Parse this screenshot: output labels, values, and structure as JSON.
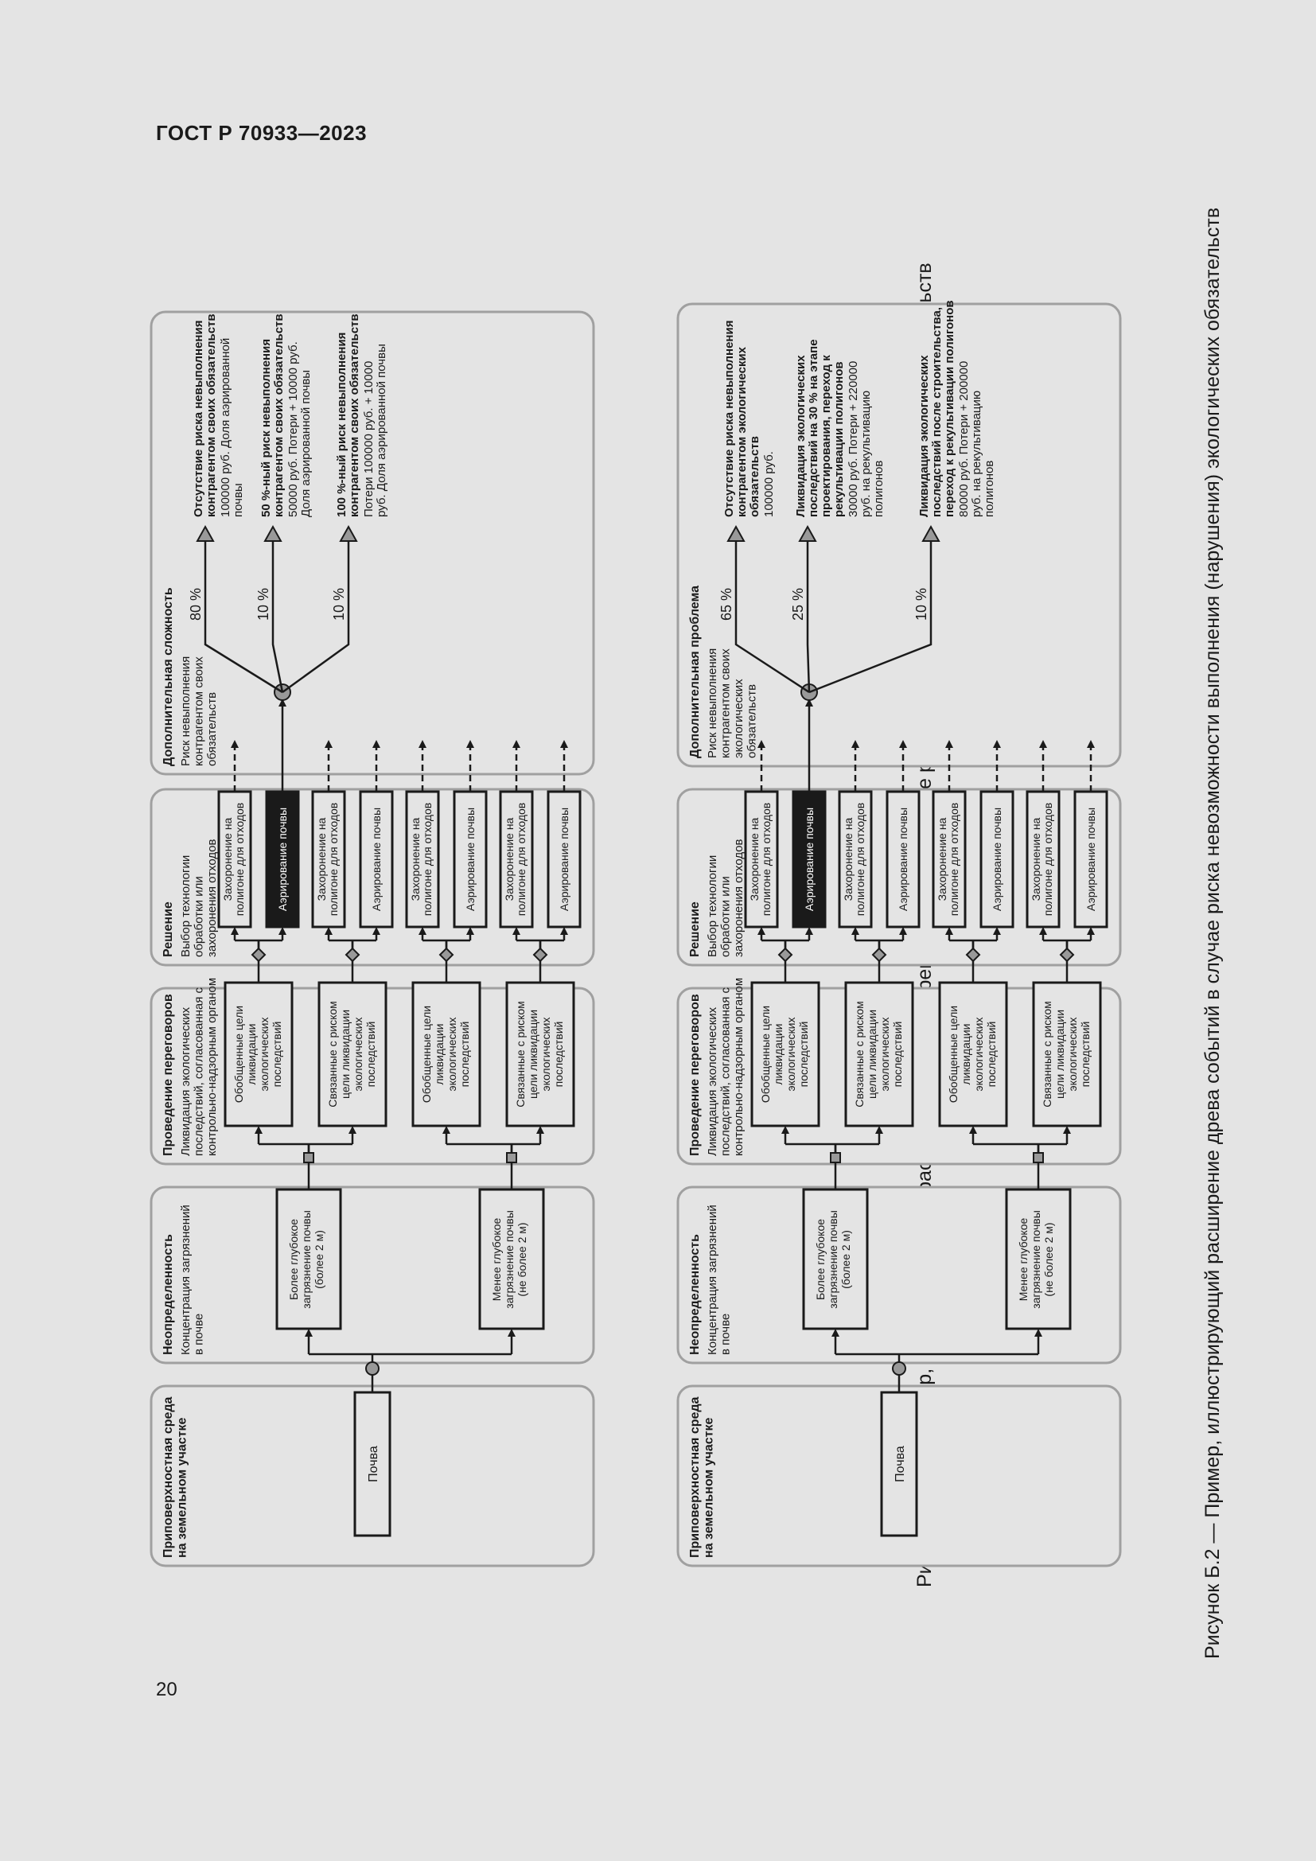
{
  "header": {
    "doc_id": "ГОСТ Р 70933—2023"
  },
  "page_number": "20",
  "figures": [
    {
      "caption": "Рисунок Б.1 — Пример, иллюстрирующий расширенную ветвь древа событий в случае риска невыполнения контрагентом своих обязательств",
      "lanes": [
        {
          "title": "Приповерхностная среда на земельном участке",
          "subtitle": ""
        },
        {
          "title": "Неопределенность",
          "subtitle": "Концентрация загрязнений в почве"
        },
        {
          "title": "Проведение переговоров",
          "subtitle": "Ликвидация экологических последствий, согласованная с контрольно-надзорным органом"
        },
        {
          "title": "Решение",
          "subtitle": "Выбор технологии обработки или захоронения отходов"
        },
        {
          "title": "Дополнительная сложность",
          "subtitle": "Риск невыполнения контрагентом своих обязательств"
        }
      ],
      "root": "Почва",
      "uncertainty": [
        "Более глубокое загрязнение почвы (более 2 м)",
        "Менее глубокое загрязнение почвы (не более 2 м)"
      ],
      "negotiation": [
        "Обобщенные цели ликвидации экологических последствий",
        "Связанные с риском цели ликвидации экологических последствий",
        "Обобщенные цели ликвидации экологических последствий",
        "Связанные с риском цели ликвидации экологических последствий"
      ],
      "decisions": [
        "Захоронение на полигоне для отходов",
        "Аэрирование почвы",
        "Захоронение на полигоне для отходов",
        "Аэрирование почвы",
        "Захоронение на полигоне для отходов",
        "Аэрирование почвы",
        "Захоронение на полигоне для отходов",
        "Аэрирование почвы"
      ],
      "highlighted_decision": 1,
      "outcomes": [
        {
          "prob": "80 %",
          "title": "Отсутствие риска невыполнения контрагентом своих обязательств",
          "text": "100000 руб. Доля аэрированной почвы"
        },
        {
          "prob": "10 %",
          "title": "50 %-ный риск невыполнения контрагентом своих обязательств",
          "text": "50000 руб. Потери + 10000 руб. Доля аэрированной почвы"
        },
        {
          "prob": "10 %",
          "title": "100 %-ный риск невыполнения контрагентом своих обязательств",
          "text": "Потери 100000 руб. + 10000 руб. Доля аэрированной почвы"
        }
      ]
    },
    {
      "caption": "Рисунок Б.2 — Пример, иллюстрирующий расширение древа событий в случае риска невозможности выполнения (нарушения) экологических обязательств",
      "lanes": [
        {
          "title": "Приповерхностная среда на земельном участке",
          "subtitle": ""
        },
        {
          "title": "Неопределенность",
          "subtitle": "Концентрация загрязнений в почве"
        },
        {
          "title": "Проведение переговоров",
          "subtitle": "Ликвидация экологических последствий, согласованная с контрольно-надзорным органом"
        },
        {
          "title": "Решение",
          "subtitle": "Выбор технологии обработки или захоронения отходов"
        },
        {
          "title": "Дополнительная проблема",
          "subtitle": "Риск невыполнения контрагентом своих экологических обязательств"
        }
      ],
      "root": "Почва",
      "uncertainty": [
        "Более глубокое загрязнение почвы (более 2 м)",
        "Менее глубокое загрязнение почвы (не более 2 м)"
      ],
      "negotiation": [
        "Обобщенные цели ликвидации экологических последствий",
        "Связанные с риском цели ликвидации экологических последствий",
        "Обобщенные цели ликвидации экологических последствий",
        "Связанные с риском цели ликвидации экологических последствий"
      ],
      "decisions": [
        "Захоронение на полигоне для отходов",
        "Аэрирование почвы",
        "Захоронение на полигоне для отходов",
        "Аэрирование почвы",
        "Захоронение на полигоне для отходов",
        "Аэрирование почвы",
        "Захоронение на полигоне для отходов",
        "Аэрирование почвы"
      ],
      "highlighted_decision": 1,
      "outcomes": [
        {
          "prob": "65 %",
          "title": "Отсутствие риска невыполнения контрагентом экологических обязательств",
          "text": "100000 руб."
        },
        {
          "prob": "25 %",
          "title": "Ликвидация экологических последствий на 30 % на этапе проектирования, переход к рекультивации полигонов",
          "text": "30000 руб. Потери + 220000 руб. на рекультивацию полигонов"
        },
        {
          "prob": "10 %",
          "title": "Ликвидация экологических последствий после строительства, переход к рекультивации полигонов",
          "text": "80000 руб. Потери + 200000 руб. на рекультивацию полигонов"
        }
      ]
    }
  ]
}
